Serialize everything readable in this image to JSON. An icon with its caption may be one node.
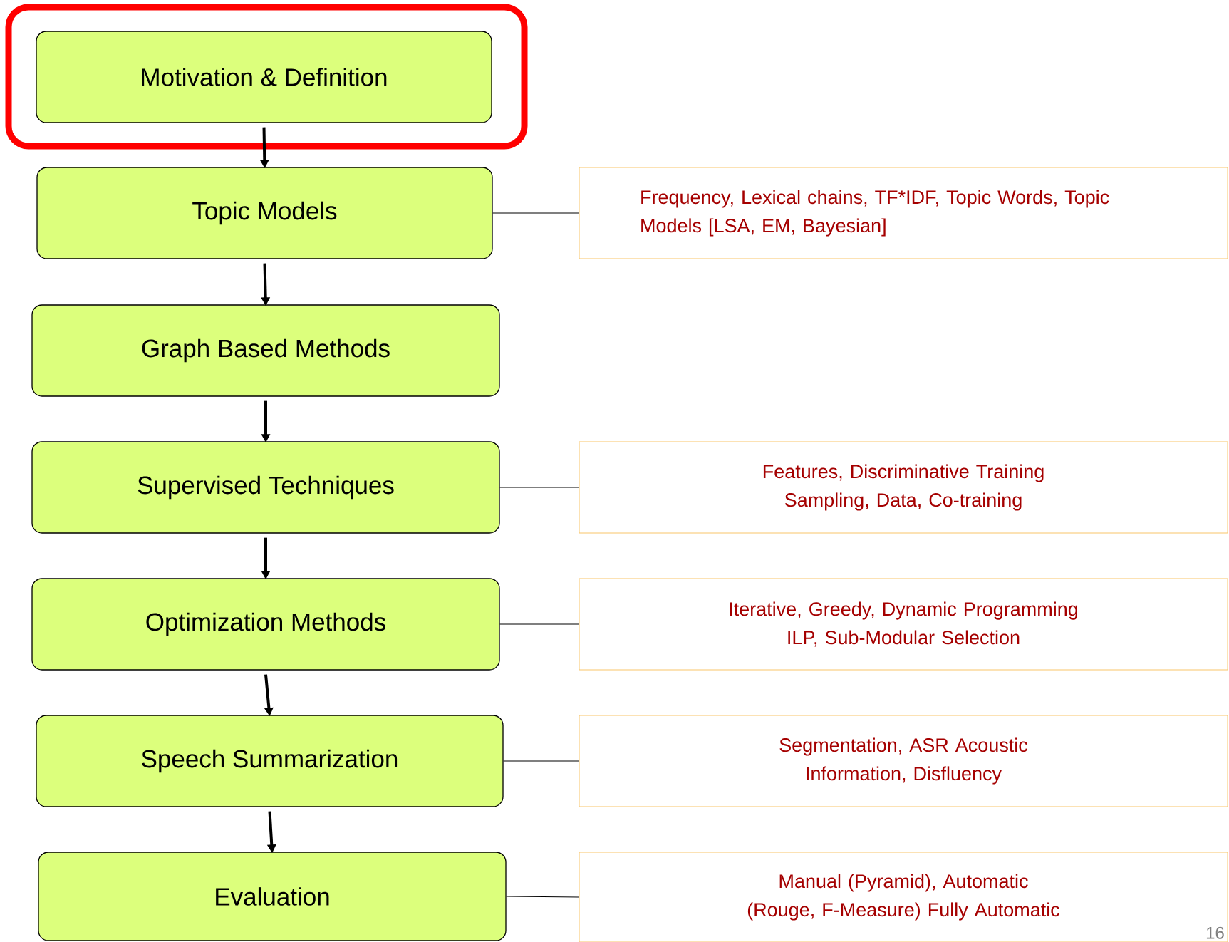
{
  "diagram": {
    "nodes": [
      {
        "text": [
          "Motivation & Definition"
        ]
      },
      {
        "text": [
          "Topic Models"
        ]
      },
      {
        "text": [
          "Graph Based Methods"
        ]
      },
      {
        "text": [
          "Supervised Techniques"
        ]
      },
      {
        "text": [
          "Optimization Methods"
        ]
      },
      {
        "text": [
          "Speech Summarization"
        ]
      },
      {
        "text": [
          "Evaluation"
        ]
      },
      {
        "text": [
          "Frequency, Lexical chains, TF*IDF, Topic Words, Topic Models [LSA, EM, Bayesian]"
        ]
      },
      {
        "text": [
          "Features, Discriminative Training Sampling, Data, Co-training"
        ]
      },
      {
        "text": [
          "Iterative, Greedy, Dynamic Programming ILP, Sub-Modular Selection"
        ]
      },
      {
        "text": [
          "Segmentation, ASR Acoustic Information, Disfluency"
        ]
      },
      {
        "text": [
          "Manual (Pyramid), Automatic (Rouge, F-Measure) Fully Automatic"
        ]
      }
    ],
    "edges": [
      {
        "from": 0,
        "to": 1,
        "arrow": "to"
      },
      {
        "from": 1,
        "to": 2,
        "arrow": "to"
      },
      {
        "from": 2,
        "to": 3,
        "arrow": "to"
      },
      {
        "from": 3,
        "to": 4,
        "arrow": "to"
      },
      {
        "from": 4,
        "to": 5,
        "arrow": "to"
      },
      {
        "from": 5,
        "to": 6,
        "arrow": "to"
      },
      {
        "from": 1,
        "to": 7,
        "arrow": "none"
      },
      {
        "from": 3,
        "to": 8,
        "arrow": "none"
      },
      {
        "from": 4,
        "to": 9,
        "arrow": "none"
      },
      {
        "from": 5,
        "to": 10,
        "arrow": "none"
      },
      {
        "from": 6,
        "to": 11,
        "arrow": "none"
      }
    ],
    "labels": [
      "16"
    ]
  }
}
